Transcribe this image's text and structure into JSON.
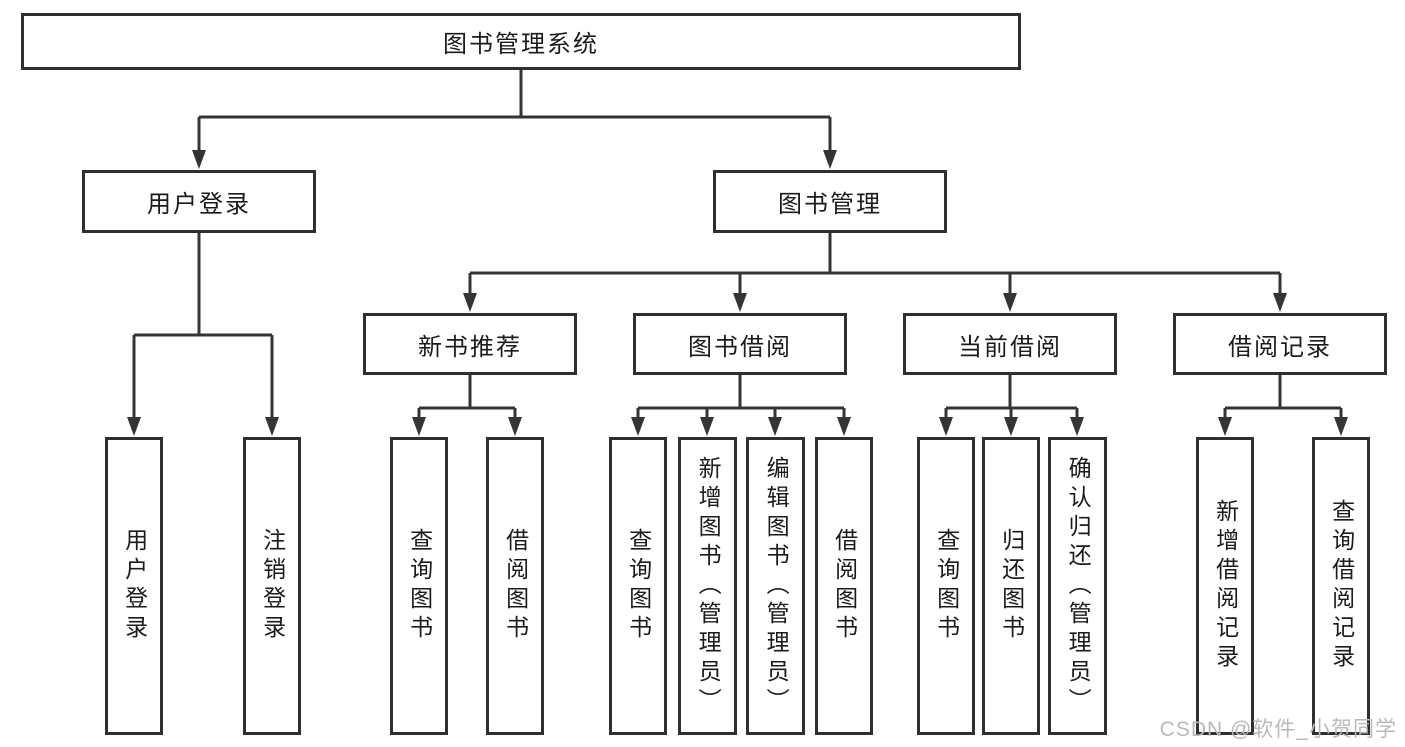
{
  "tree": {
    "root": "图书管理系统",
    "branches": [
      {
        "label": "用户登录",
        "children": [
          "用户登录",
          "注销登录"
        ]
      },
      {
        "label": "图书管理",
        "children": [
          {
            "label": "新书推荐",
            "children": [
              "查询图书",
              "借阅图书"
            ]
          },
          {
            "label": "图书借阅",
            "children": [
              "查询图书",
              "新增图书（管理员）",
              "编辑图书（管理员）",
              "借阅图书"
            ]
          },
          {
            "label": "当前借阅",
            "children": [
              "查询图书",
              "归还图书",
              "确认归还（管理员）"
            ]
          },
          {
            "label": "借阅记录",
            "children": [
              "新增借阅记录",
              "查询借阅记录"
            ]
          }
        ]
      }
    ]
  },
  "watermark": "CSDN @软件_小贺同学",
  "colors": {
    "line": "#343434",
    "border": "#2f2f2f",
    "text": "#1b1b1b",
    "watermark": "#b9b9b9",
    "background": "#ffffff"
  }
}
